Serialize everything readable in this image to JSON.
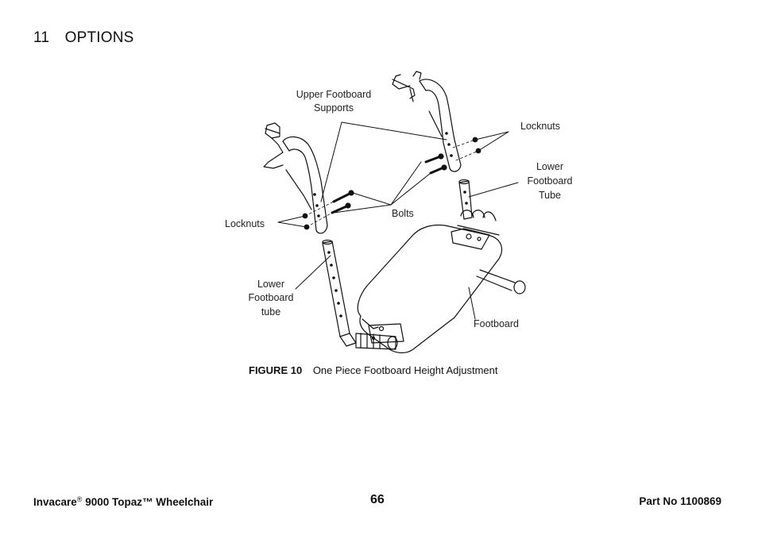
{
  "heading": {
    "number": "11",
    "title": "OPTIONS"
  },
  "figure": {
    "labels": {
      "upper_footboard_supports_1": "Upper Footboard",
      "upper_footboard_supports_2": "Supports",
      "locknuts_right": "Locknuts",
      "lower_footboard_tube_right_1": "Lower",
      "lower_footboard_tube_right_2": "Footboard",
      "lower_footboard_tube_right_3": "Tube",
      "bolts": "Bolts",
      "locknuts_left": "Locknuts",
      "lower_footboard_tube_left_1": "Lower",
      "lower_footboard_tube_left_2": "Footboard",
      "lower_footboard_tube_left_3": "tube",
      "footboard": "Footboard"
    },
    "caption_label": "FIGURE 10",
    "caption_text": "One Piece Footboard Height Adjustment"
  },
  "footer": {
    "brand": "Invacare",
    "registered": "®",
    "model": "9000 Topaz",
    "trademark": "™",
    "product": "Wheelchair",
    "page_number": "66",
    "part_no": "Part No 1100869"
  }
}
